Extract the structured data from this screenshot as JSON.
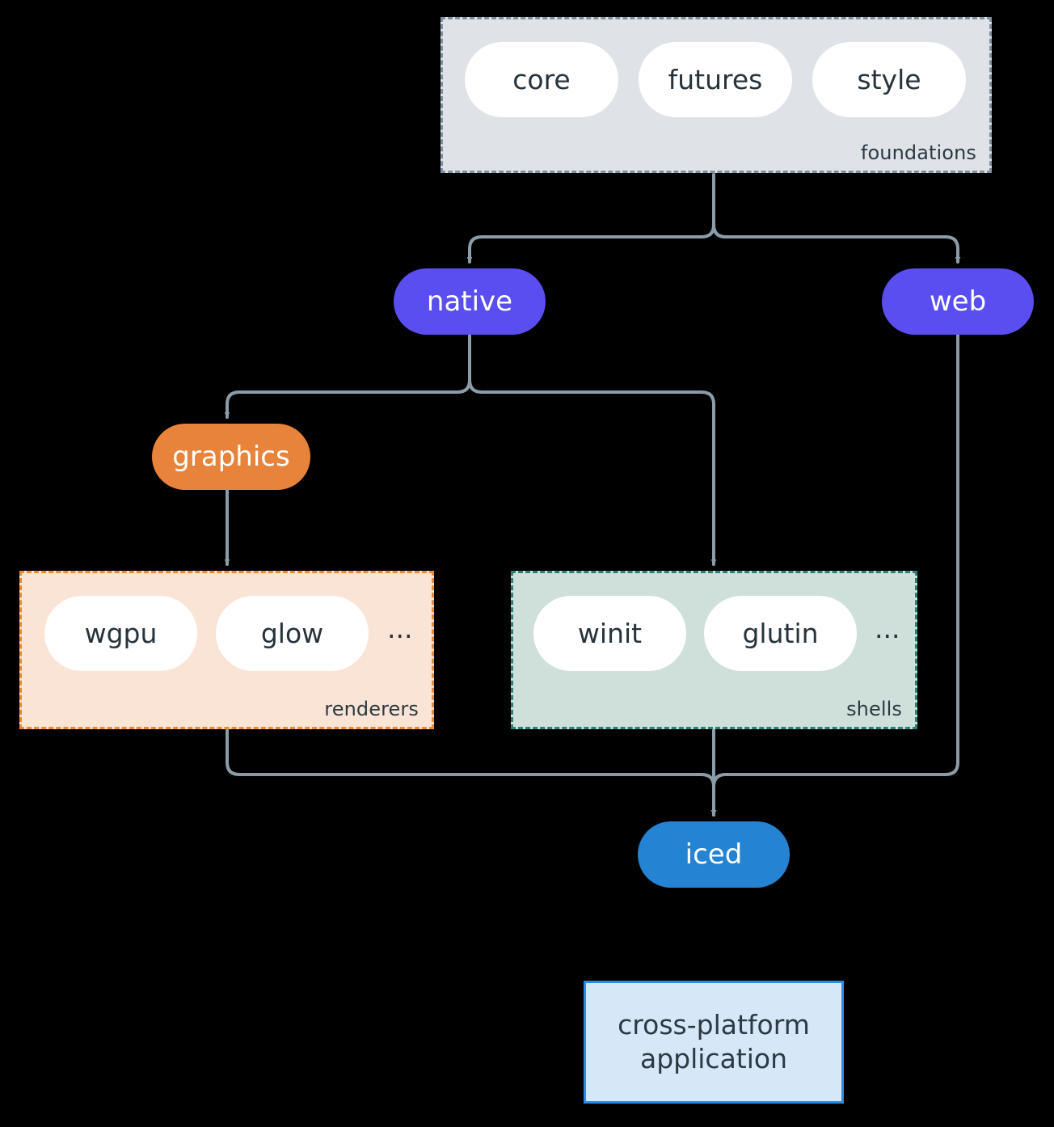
{
  "diagram": {
    "background": "#000000",
    "edge_color": "#8b9ca8",
    "groups": [
      {
        "id": "foundations",
        "label": "foundations",
        "fill": "#dfe3e7",
        "border": "#7e909e",
        "items": [
          "core",
          "futures",
          "style"
        ]
      },
      {
        "id": "renderers",
        "label": "renderers",
        "fill": "#fae4d6",
        "border": "#ec8a30",
        "items": [
          "wgpu",
          "glow"
        ],
        "overflow": "..."
      },
      {
        "id": "shells",
        "label": "shells",
        "fill": "#cfe0db",
        "border": "#2d8074",
        "items": [
          "winit",
          "glutin"
        ],
        "overflow": "..."
      }
    ],
    "nodes": {
      "native": {
        "label": "native",
        "color": "#5b4ef0"
      },
      "web": {
        "label": "web",
        "color": "#5b4ef0"
      },
      "graphics": {
        "label": "graphics",
        "color": "#e8833c"
      },
      "iced": {
        "label": "iced",
        "color": "#2483d2"
      }
    },
    "application": {
      "line1": "cross-platform",
      "line2": "application",
      "fill": "#d6e7f8",
      "border": "#2a8be0"
    },
    "leaves": {
      "core": "core",
      "futures": "futures",
      "style": "style",
      "wgpu": "wgpu",
      "glow": "glow",
      "winit": "winit",
      "glutin": "glutin",
      "ellipsis": "..."
    }
  }
}
